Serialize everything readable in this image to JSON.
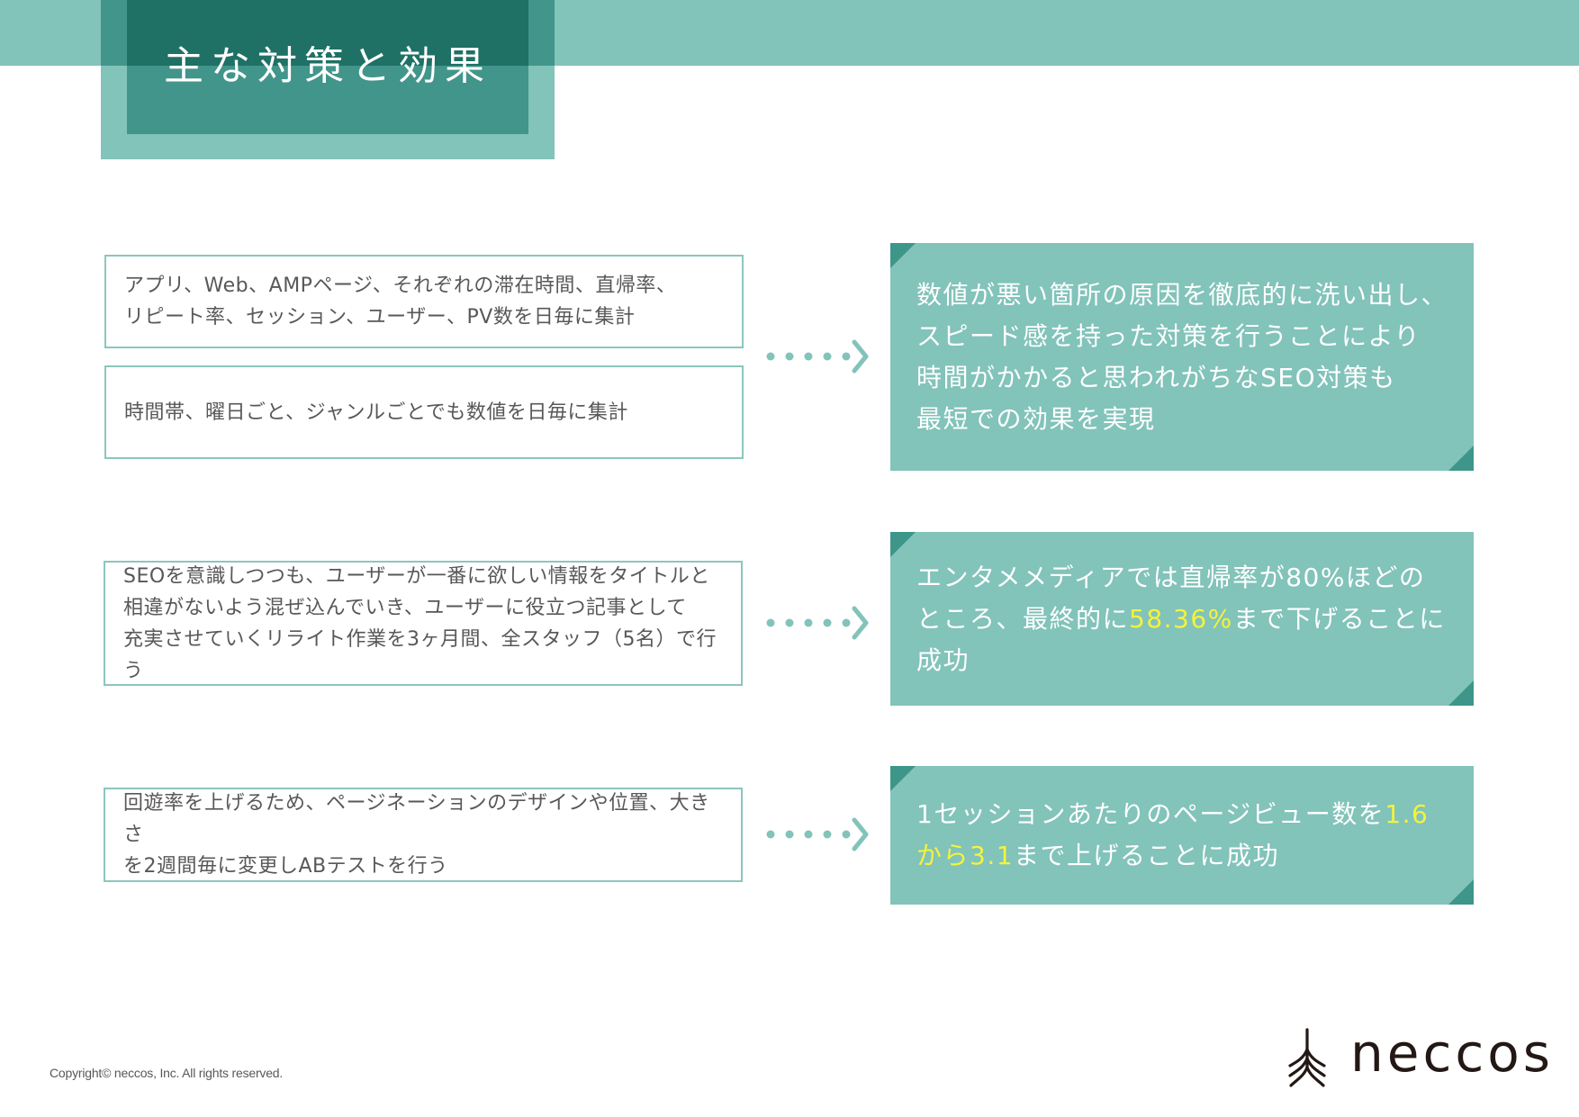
{
  "header": {
    "title": "主な対策と効果"
  },
  "measures": [
    {
      "actions": [
        "アプリ、Web、AMPページ、それぞれの滞在時間、直帰率、\nリピート率、セッション、ユーザー、PV数を日毎に集計",
        "時間帯、曜日ごと、ジャンルごとでも数値を日毎に集計"
      ],
      "result": {
        "segments": [
          {
            "text": "数値が悪い箇所の原因を徹底的に洗い出し、\nスピード感を持った対策を行うことにより\n時間がかかると思われがちなSEO対策も\n最短での効果を実現",
            "highlight": false
          }
        ]
      }
    },
    {
      "actions": [
        "SEOを意識しつつも、ユーザーが一番に欲しい情報をタイトルと\n相違がないよう混ぜ込んでいき、ユーザーに役立つ記事として\n充実させていくリライト作業を3ヶ月間、全スタッフ（5名）で行う"
      ],
      "result": {
        "segments": [
          {
            "text": "エンタメメディアでは直帰率が80%ほどの\nところ、最終的に",
            "highlight": false
          },
          {
            "text": "58.36%",
            "highlight": true
          },
          {
            "text": "まで下げることに\n成功",
            "highlight": false
          }
        ]
      }
    },
    {
      "actions": [
        "回遊率を上げるため、ページネーションのデザインや位置、大きさ\nを2週間毎に変更しABテストを行う"
      ],
      "result": {
        "segments": [
          {
            "text": "1セッションあたりのページビュー数を",
            "highlight": false
          },
          {
            "text": "1.6\nから3.1",
            "highlight": true
          },
          {
            "text": "まで上げることに成功",
            "highlight": false
          }
        ]
      }
    }
  ],
  "footer": {
    "copyright": "Copyright© neccos, Inc. All rights reserved.",
    "logo_text": "neccos",
    "logo_icon": "tree-roots-icon"
  },
  "colors": {
    "accent_light": "#82C3BA",
    "accent_mid": "#42958A",
    "accent_dark": "#1F7065",
    "highlight": "#F4F33C",
    "body_text": "#595757",
    "box_border": "#8BC6BE"
  }
}
